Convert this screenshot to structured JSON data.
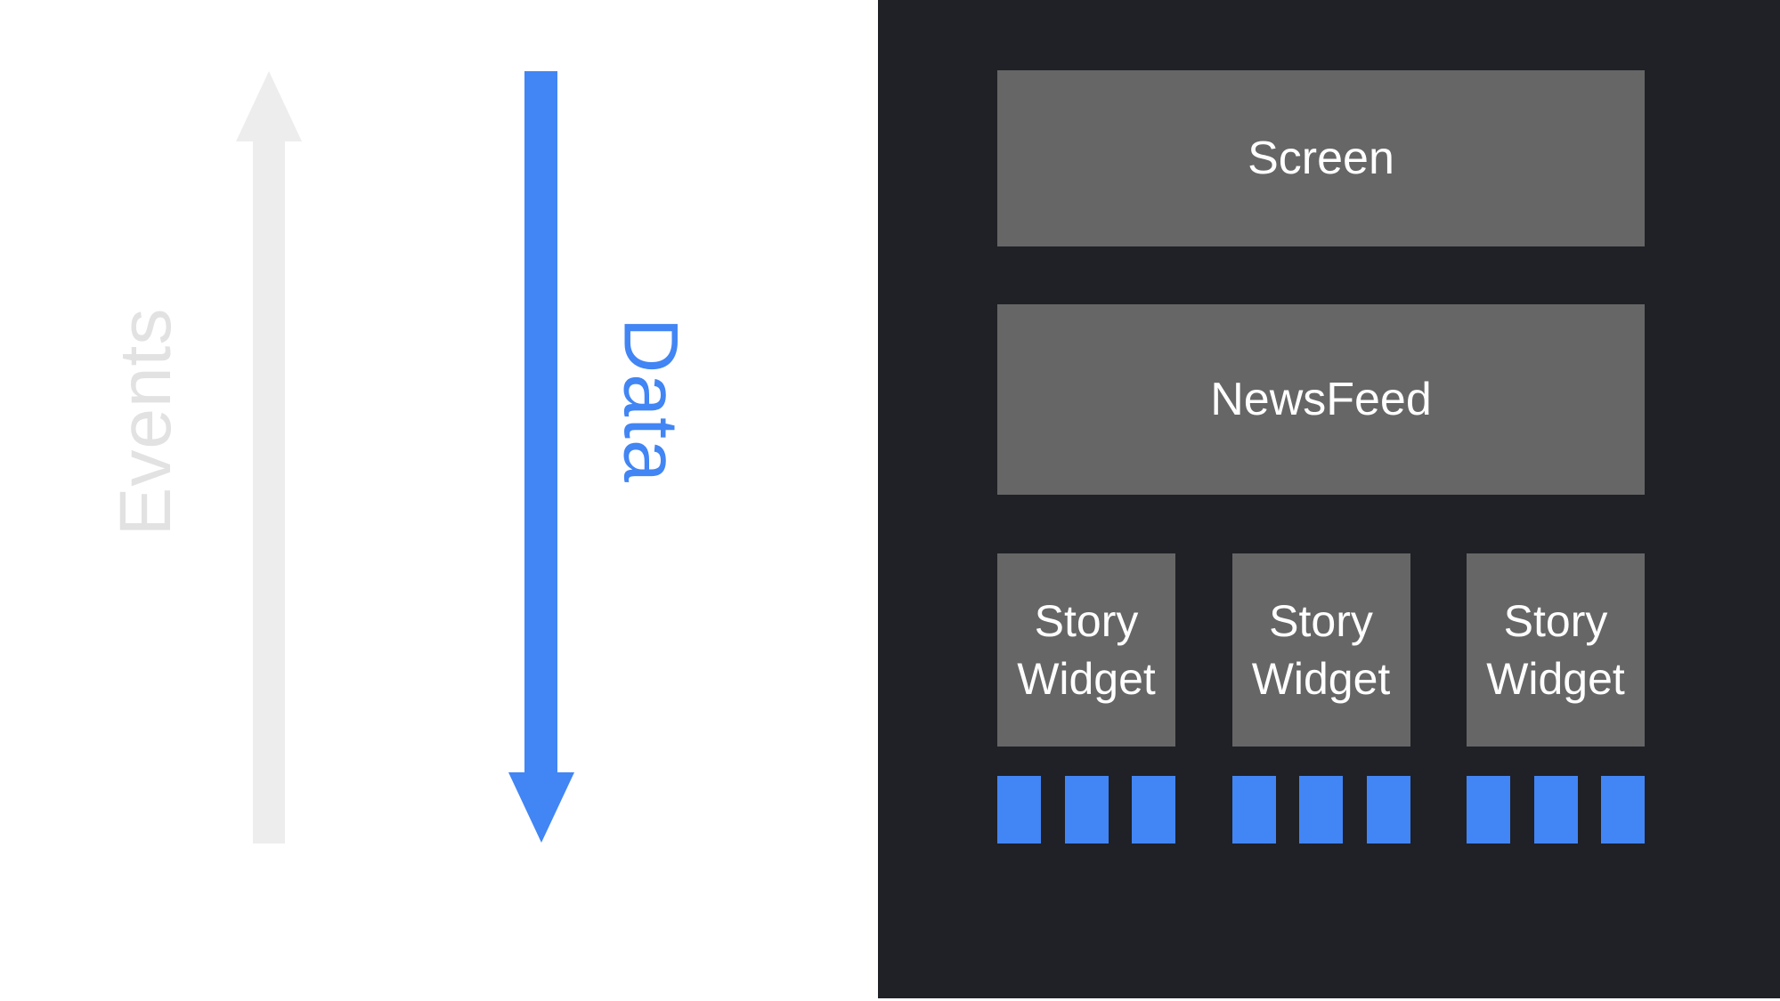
{
  "diagram": {
    "left_panel": {
      "events_label": "Events",
      "data_label": "Data"
    },
    "right_panel": {
      "screen_label": "Screen",
      "newsfeed_label": "NewsFeed",
      "story_widget_labels": [
        "Story Widget",
        "Story Widget",
        "Story Widget"
      ],
      "data_chips_per_widget": 3
    },
    "colors": {
      "left_background": "#ffffff",
      "dark_panel": "#1f2126",
      "box_gray": "#666666",
      "accent_blue": "#4285f4",
      "events_arrow_gray": "#ededed",
      "events_text_gray": "#e2e2e2",
      "box_text_white": "#ffffff"
    }
  }
}
